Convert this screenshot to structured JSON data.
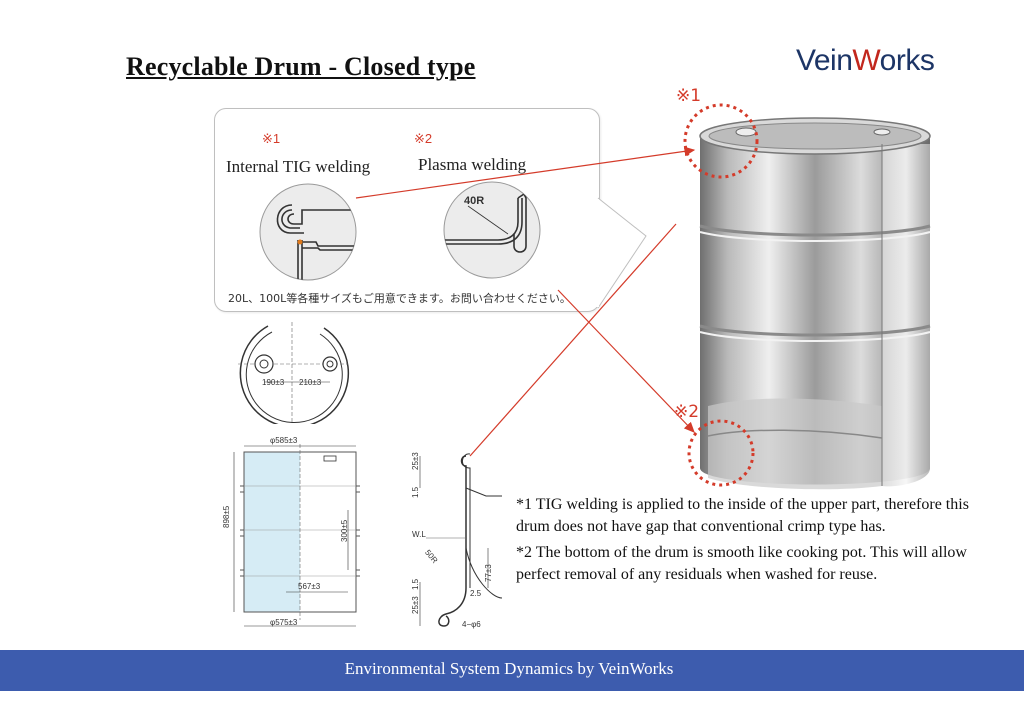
{
  "header": {
    "title": "Recyclable Drum - Closed type",
    "logo_text": "VeinWorks"
  },
  "weld_callout": {
    "mark_1": "※1",
    "mark_2": "※2",
    "label_1": "Internal TIG welding",
    "label_2": "Plasma welding",
    "radius_label": "40R",
    "jp_note": "20L、100L等各種サイズもご用意できます。お問い合わせください。"
  },
  "drawing": {
    "top_view_dims": [
      "190±3",
      "210±3"
    ],
    "side_dims": {
      "top_diameter": "φ585±3",
      "height": "898±5",
      "mid_height": "300±5",
      "inner_diameter": "567±3",
      "bottom_diameter": "φ575±3"
    },
    "section_dims": {
      "top": "25±3",
      "flange": "1.5",
      "wl": "W.L",
      "radius": "50R",
      "depth": "77±3",
      "bottom_small": "1.5",
      "bottom": "25±3",
      "thickness": "2.5",
      "holes": "4−φ6"
    }
  },
  "photo_marks": {
    "mark_1": "※1",
    "mark_2": "※2"
  },
  "notes": [
    "*1 TIG welding is applied to the inside of the upper part, therefore this drum does not have gap that conventional crimp type has.",
    "*2 The bottom of the drum is smooth like cooking pot.  This will allow perfect removal of any residuals when washed for reuse."
  ],
  "footer": {
    "text": "Environmental System Dynamics by VeinWorks"
  },
  "colors": {
    "accent_red": "#d43b2a",
    "footer_blue": "#3d5cae",
    "logo_blue": "#1d3566",
    "drum_fill": "#d6ecf5"
  }
}
